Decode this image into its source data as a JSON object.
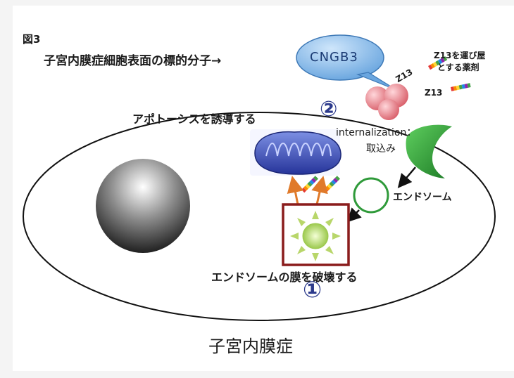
{
  "figure_label": "図3",
  "target_molecule_label": "子宮内膜症細胞表面の標的分子→",
  "receptor_name": "CNGB3",
  "drug_label_line1": "Z13を運び屋",
  "drug_label_line2": "とする薬剤",
  "z13_tag_1": "Z13",
  "z13_tag_2": "Z13",
  "apoptosis_label": "アポトーシスを誘導する",
  "step_2_marker": "②",
  "internalization_label": "internalization：",
  "uptake_label": "取込み",
  "endosome_label": "エンドソーム",
  "endosome_rupture_label": "エンドソームの膜を破壊する",
  "step_1_marker": "①",
  "caption": "子宮内膜症",
  "colors": {
    "receptor_bubble": "#7fb6e6",
    "receptor_text": "#1a3a73",
    "marker": "#2c3a8c",
    "pink_molecule": "#e47f87",
    "green_vesicle": "#2f9a3a",
    "mitochondria": "#3a4fb8",
    "orange_arrow": "#e07a2a",
    "box_border": "#8a1c1c",
    "sunburst": "#b8d66a"
  },
  "icons": [
    "speech-bubble",
    "receptor-molecule",
    "dna-helix-icon",
    "mitochondria-icon",
    "green-vesicle",
    "endosome-circle",
    "sunburst-icon",
    "nucleus-sphere"
  ]
}
